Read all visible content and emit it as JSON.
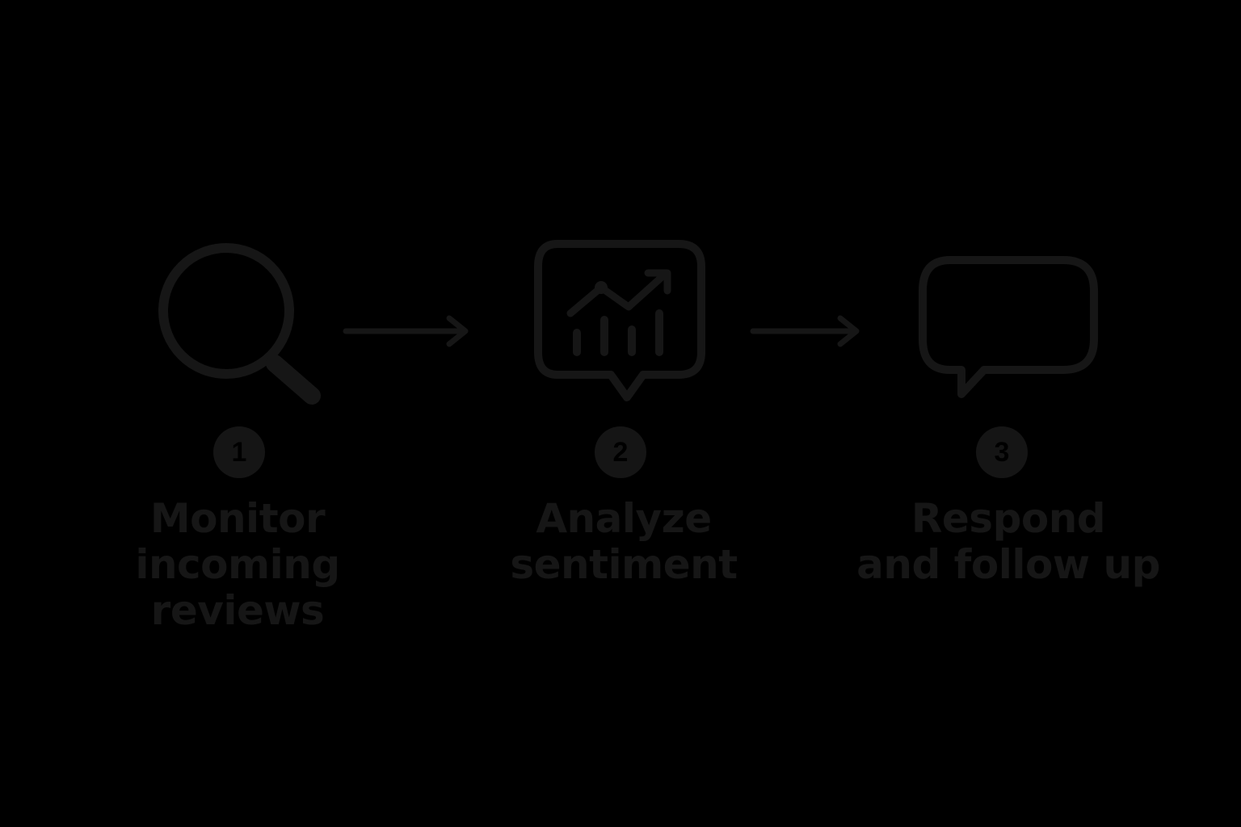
{
  "colors": {
    "background": "#000000",
    "icon_stroke": "#161616",
    "badge_fill": "#151515",
    "badge_text": "#000000",
    "label_text": "#161616"
  },
  "steps": [
    {
      "number": "1",
      "icon": "magnifying-glass-icon",
      "label_lines": [
        "Monitor",
        "incoming",
        "reviews"
      ]
    },
    {
      "number": "2",
      "icon": "chart-speech-bubble-icon",
      "label_lines": [
        "Analyze",
        "sentiment"
      ]
    },
    {
      "number": "3",
      "icon": "speech-bubble-icon",
      "label_lines": [
        "Respond",
        "and follow up"
      ]
    }
  ],
  "connectors": [
    "right-arrow-icon",
    "right-arrow-icon"
  ]
}
